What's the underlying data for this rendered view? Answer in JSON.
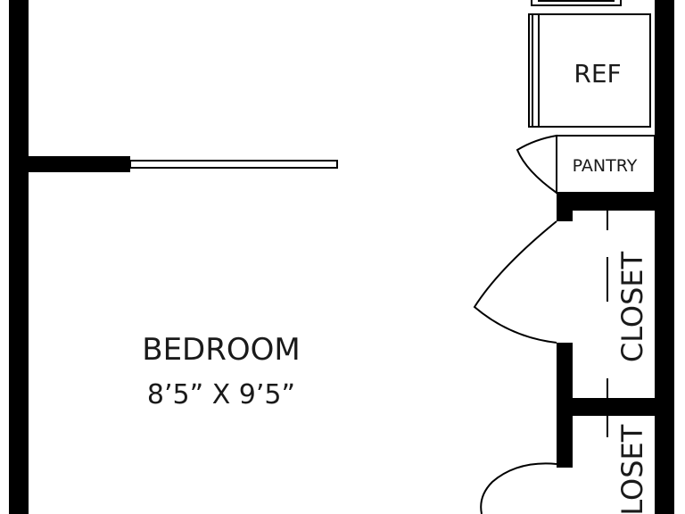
{
  "colors": {
    "wall": "#000000",
    "line": "#1a1a1a",
    "background": "#ffffff"
  },
  "rooms": {
    "bedroom": {
      "name": "BEDROOM",
      "dimensions": "8’5” X 9’5”"
    },
    "ref": {
      "name": "REF"
    },
    "pantry": {
      "name": "PANTRY"
    },
    "closet_upper": {
      "name": "CLOSET"
    },
    "closet_lower": {
      "name": "CLOSET"
    }
  }
}
